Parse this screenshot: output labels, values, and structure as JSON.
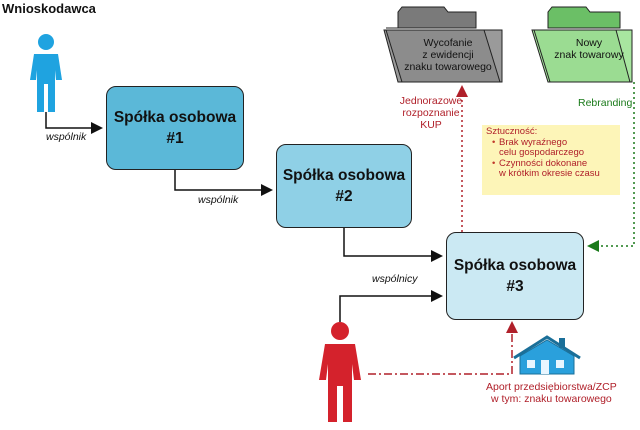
{
  "title": "Wnioskodawca",
  "entities": {
    "box1": {
      "line1": "Spółka osobowa",
      "line2": "#1"
    },
    "box2": {
      "line1": "Spółka osobowa",
      "line2": "#2"
    },
    "box3": {
      "line1": "Spółka osobowa",
      "line2": "#3"
    }
  },
  "edge_labels": {
    "partner1": "wspólnik",
    "partner2": "wspólnik",
    "partners3": "wspólnicy"
  },
  "folders": {
    "withdrawal": {
      "line1": "Wycofanie",
      "line2": "z ewidencji",
      "line3": "znaku towarowego"
    },
    "new_mark": {
      "line1": "Nowy",
      "line2": "znak towarowy"
    }
  },
  "arrow_labels": {
    "kup": {
      "line1": "Jednorazowe",
      "line2": "rozpoznanie",
      "line3": "KUP"
    },
    "rebranding": "Rebranding",
    "contribution": {
      "line1": "Aport przedsiębiorstwa/ZCP",
      "line2": "w tym: znaku towarowego"
    }
  },
  "note": {
    "heading": "Sztuczność:",
    "items": [
      {
        "line1": "Brak wyraźnego",
        "line2": "celu gospodarczego"
      },
      {
        "line1": "Czynności dokonane",
        "line2": "w krótkim okresie czasu"
      }
    ]
  },
  "colors": {
    "person_blue": "#1fa3e0",
    "person_red": "#d4222c",
    "box1_fill": "#5bb8d8",
    "box2_fill": "#8fd0e6",
    "box3_fill": "#cbe9f3",
    "folder_gray": "#9a9a9a",
    "folder_green": "#a8e6a0",
    "note_fill": "#fdf5b8",
    "house_blue": "#2aa0dc"
  }
}
